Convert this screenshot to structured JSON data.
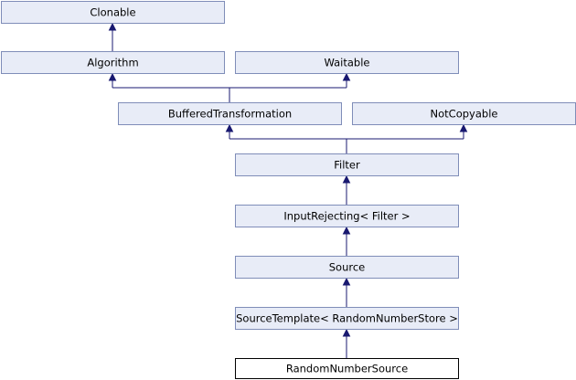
{
  "diagram": {
    "nodes": {
      "clonable": "Clonable",
      "algorithm": "Algorithm",
      "waitable": "Waitable",
      "buffered_transformation": "BufferedTransformation",
      "not_copyable": "NotCopyable",
      "filter": "Filter",
      "input_rejecting": "InputRejecting< Filter >",
      "source": "Source",
      "source_template": "SourceTemplate< RandomNumberStore >",
      "random_number_source": "RandomNumberSource"
    },
    "edges": [
      [
        "algorithm",
        "clonable"
      ],
      [
        "buffered_transformation",
        "algorithm"
      ],
      [
        "buffered_transformation",
        "waitable"
      ],
      [
        "filter",
        "buffered_transformation"
      ],
      [
        "filter",
        "not_copyable"
      ],
      [
        "input_rejecting",
        "filter"
      ],
      [
        "source",
        "input_rejecting"
      ],
      [
        "source_template",
        "source"
      ],
      [
        "random_number_source",
        "source_template"
      ]
    ],
    "highlighted_node": "random_number_source",
    "colors": {
      "box_fill": "#e8ecf7",
      "box_border": "#7f8db8",
      "highlighted_border": "#000000",
      "edge": "#191970"
    }
  }
}
